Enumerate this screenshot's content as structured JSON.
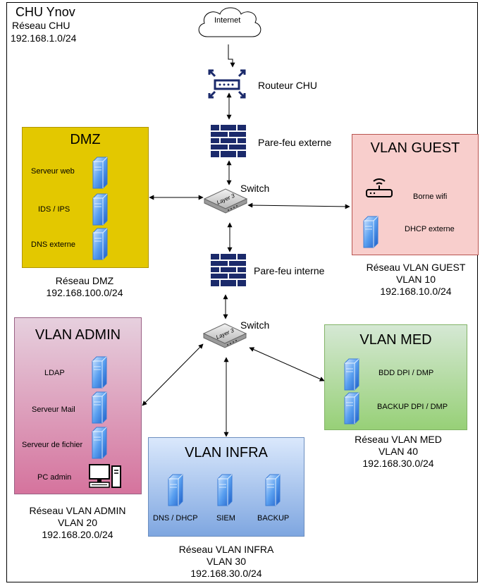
{
  "header": {
    "title": "CHU Ynov",
    "subtitle": "Réseau CHU",
    "subnet": "192.168.1.0/24"
  },
  "core": {
    "internet": "Internet",
    "router": "Routeur CHU",
    "firewall_ext": "Pare-feu externe",
    "switch_top": "Switch",
    "firewall_int": "Pare-feu interne",
    "switch_bottom": "Switch",
    "switch_badge": "Layer 3"
  },
  "dmz": {
    "title": "DMZ",
    "items": [
      "Serveur web",
      "IDS / IPS",
      "DNS externe"
    ],
    "net_name": "Réseau DMZ",
    "net_subnet": "192.168.100.0/24"
  },
  "guest": {
    "title": "VLAN GUEST",
    "items": [
      "Borne wifi",
      "DHCP externe"
    ],
    "net_name": "Réseau VLAN GUEST",
    "net_vlan": "VLAN 10",
    "net_subnet": "192.168.10.0/24"
  },
  "admin": {
    "title": "VLAN ADMIN",
    "items": [
      "LDAP",
      "Serveur Mail",
      "Serveur de fichier",
      "PC admin"
    ],
    "net_name": "Réseau VLAN ADMIN",
    "net_vlan": "VLAN 20",
    "net_subnet": "192.168.20.0/24"
  },
  "med": {
    "title": "VLAN MED",
    "items": [
      "BDD DPI / DMP",
      "BACKUP DPI / DMP"
    ],
    "net_name": "Réseau VLAN MED",
    "net_vlan": "VLAN 40",
    "net_subnet": "192.168.30.0/24"
  },
  "infra": {
    "title": "VLAN INFRA",
    "items": [
      "DNS / DHCP",
      "SIEM",
      "BACKUP"
    ],
    "net_name": "Réseau VLAN INFRA",
    "net_vlan": "VLAN 30",
    "net_subnet": "192.168.30.0/24"
  },
  "colors": {
    "dmz_fill": "#e3c800",
    "dmz_border": "#b09500",
    "guest_fill": "#f8cecc",
    "guest_border": "#b85450",
    "admin_top": "#e6d0de",
    "admin_bottom": "#d5739d",
    "admin_border": "#996185",
    "med_top": "#d5e8d4",
    "med_bottom": "#97d077",
    "med_border": "#82b366",
    "infra_top": "#dae8fc",
    "infra_bottom": "#7ea6e0",
    "infra_border": "#6c8ebf",
    "icon_blue": "#1b2a6b"
  }
}
